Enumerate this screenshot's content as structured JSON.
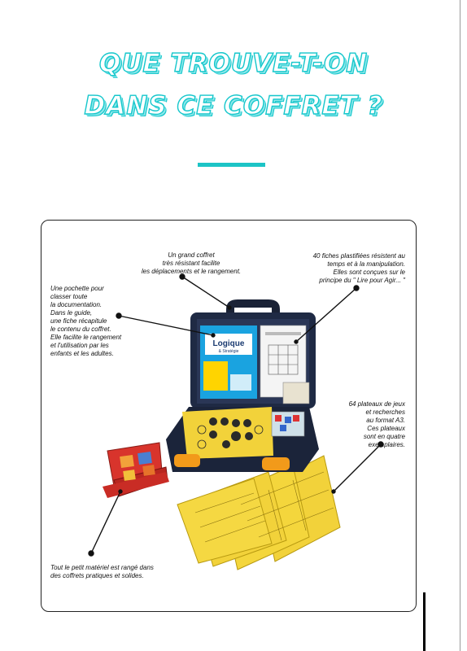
{
  "title": {
    "line1": "QUE TROUVE-T-ON",
    "line2": "DANS CE COFFRET ?"
  },
  "captions": {
    "coffret": [
      "Un grand coffret",
      "très résistant facilite",
      "les déplacements et le rangement."
    ],
    "fiches": [
      "40 fiches plastifiées résistent au",
      "temps et à la manipulation.",
      "Elles sont conçues sur le",
      "principe du \" Lire pour Agir... \""
    ],
    "pochette": [
      "Une pochette pour",
      "classer toute",
      "la documentation.",
      "Dans le guide,",
      "une fiche récapitule",
      "le contenu du coffret.",
      "Elle facilite le rangement",
      "et l'utilisation par les",
      "enfants et les adultes."
    ],
    "plateaux": [
      "64 plateaux de jeux",
      "et recherches",
      "au format A3.",
      "Ces plateaux",
      "sont en quatre",
      "exemplaires."
    ],
    "materiel": [
      "Tout le petit matériel est rangé dans",
      "des coffrets pratiques et solides."
    ]
  },
  "booklet": {
    "title": "Logique",
    "subtitle": "& Stratégie"
  },
  "colors": {
    "accent": "#16c7cc",
    "case": "#1f2a44",
    "board": "#f2d23a",
    "booklet": "#1aa3e0"
  }
}
